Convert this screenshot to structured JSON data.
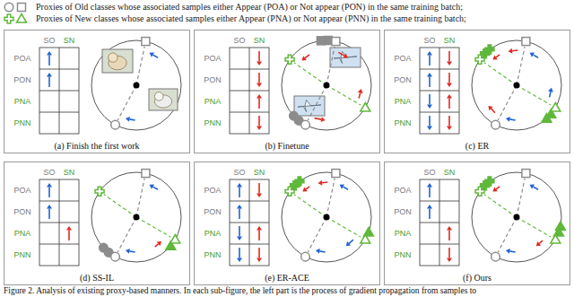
{
  "diagram": {
    "caption": "Figure 2. Analysis of existing proxy-based manners. In each sub-figure, the left part is the process of gradient propagation from samples to",
    "nodes": [
      {
        "text": [
          "(a) Finish the first work"
        ]
      },
      {
        "text": [
          "(b) Finetune"
        ]
      },
      {
        "text": [
          "(c) ER"
        ]
      },
      {
        "text": [
          "(d) SS-IL"
        ]
      },
      {
        "text": [
          "(e) ER-ACE"
        ]
      },
      {
        "text": [
          "(f) Ours"
        ]
      }
    ],
    "labels": [
      "SO",
      "SN",
      "POA",
      "PON",
      "PNA",
      "PNN",
      "SO",
      "SN",
      "POA",
      "PON",
      "PNA",
      "PNN",
      "SO",
      "SN",
      "POA",
      "PON",
      "PNA",
      "PNN",
      "SO",
      "SN",
      "POA",
      "PON",
      "PNA",
      "PNN",
      "SO",
      "SN",
      "POA",
      "PON",
      "PNA",
      "PNN",
      "SO",
      "SN",
      "POA",
      "PON",
      "PNA",
      "PNN"
    ],
    "legend": [
      {
        "text": "Proxies of Old classes whose associated samples either Appear (POA) or Not appear (PON) in the same training batch;"
      },
      {
        "text": "Proxies of New classes whose associated samples either Appear (PNA) or Not appear (PNN) in the same training batch;"
      }
    ]
  }
}
